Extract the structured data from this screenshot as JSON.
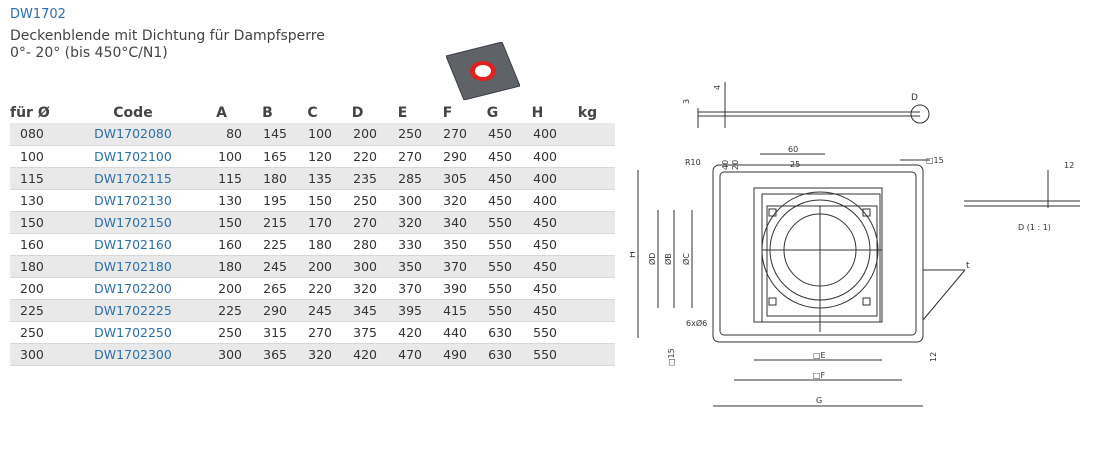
{
  "product": {
    "code": "DW1702",
    "title": "Deckenblende mit Dichtung für Dampfsperre",
    "subtitle": "0°- 20° (bis 450°C/N1)"
  },
  "table": {
    "columns": [
      "für Ø",
      "Code",
      "A",
      "B",
      "C",
      "D",
      "E",
      "F",
      "G",
      "H",
      "kg"
    ],
    "rows": [
      [
        "080",
        "DW1702080",
        "80",
        "145",
        "100",
        "200",
        "250",
        "270",
        "450",
        "400",
        ""
      ],
      [
        "100",
        "DW1702100",
        "100",
        "165",
        "120",
        "220",
        "270",
        "290",
        "450",
        "400",
        ""
      ],
      [
        "115",
        "DW1702115",
        "115",
        "180",
        "135",
        "235",
        "285",
        "305",
        "450",
        "400",
        ""
      ],
      [
        "130",
        "DW1702130",
        "130",
        "195",
        "150",
        "250",
        "300",
        "320",
        "450",
        "400",
        ""
      ],
      [
        "150",
        "DW1702150",
        "150",
        "215",
        "170",
        "270",
        "320",
        "340",
        "550",
        "450",
        ""
      ],
      [
        "160",
        "DW1702160",
        "160",
        "225",
        "180",
        "280",
        "330",
        "350",
        "550",
        "450",
        ""
      ],
      [
        "180",
        "DW1702180",
        "180",
        "245",
        "200",
        "300",
        "350",
        "370",
        "550",
        "450",
        ""
      ],
      [
        "200",
        "DW1702200",
        "200",
        "265",
        "220",
        "320",
        "370",
        "390",
        "550",
        "450",
        ""
      ],
      [
        "225",
        "DW1702225",
        "225",
        "290",
        "245",
        "345",
        "395",
        "415",
        "550",
        "450",
        ""
      ],
      [
        "250",
        "DW1702250",
        "250",
        "315",
        "270",
        "375",
        "420",
        "440",
        "630",
        "550",
        ""
      ],
      [
        "300",
        "DW1702300",
        "300",
        "365",
        "320",
        "420",
        "470",
        "490",
        "630",
        "550",
        ""
      ]
    ]
  },
  "drawing": {
    "label_3": "3",
    "label_4": "4",
    "label_D": "D",
    "label_60": "60",
    "label_25": "25",
    "label_40": "40",
    "label_20": "20",
    "label_R10": "R10",
    "label_sq15_top": "□15",
    "label_H": "H",
    "label_dD": "ØD",
    "label_dB": "ØB",
    "label_dC": "ØC",
    "label_t": "t",
    "label_holes": "6xØ6",
    "label_sq15_left": "□15",
    "label_12_right": "12",
    "label_E": "□E",
    "label_F": "□F",
    "label_G": "G",
    "label_12_detail": "12",
    "label_detail": "D (1 : 1)"
  }
}
